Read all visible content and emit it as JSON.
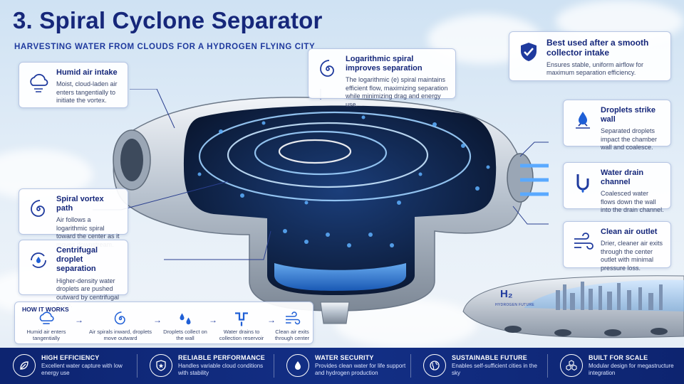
{
  "title": "3. Spiral Cyclone Separator",
  "subtitle": "HARVESTING WATER FROM CLOUDS FOR A HYDROGEN FLYING CITY",
  "callouts": {
    "humid": {
      "title": "Humid air intake",
      "text": "Moist, cloud-laden air enters tangentially to initiate the vortex."
    },
    "log": {
      "title": "Logarithmic spiral improves separation",
      "text": "The logarithmic (e) spiral maintains efficient flow, maximizing separation while minimizing drag and energy use."
    },
    "best": {
      "title": "Best used after a smooth collector intake",
      "text": "Ensures stable, uniform airflow for maximum separation efficiency."
    },
    "strike": {
      "title": "Droplets strike wall",
      "text": "Separated droplets impact the chamber wall and coalesce."
    },
    "drain": {
      "title": "Water drain channel",
      "text": "Coalesced water flows down the wall into the drain channel."
    },
    "clean": {
      "title": "Clean air outlet",
      "text": "Drier, cleaner air exits through the center outlet with minimal pressure loss."
    },
    "vortex": {
      "title": "Spiral vortex path",
      "text": "Air follows a logarithmic spiral toward the center as it moves downstream."
    },
    "centrifugal": {
      "title": "Centrifugal droplet separation",
      "text": "Higher-density water droplets are pushed outward by centrifugal force."
    }
  },
  "how": {
    "label": "HOW IT WORKS",
    "steps": [
      "Humid air enters tangentially",
      "Air spirals inward, droplets move outward",
      "Droplets collect on the wall",
      "Water drains to collection reservoir",
      "Clean air exits through center"
    ]
  },
  "ship": {
    "h2": "H₂",
    "label": "HYDROGEN FUTURE"
  },
  "footer": [
    {
      "title": "HIGH EFFICIENCY",
      "text": "Excellent water capture with low energy use",
      "icon": "leaf-icon"
    },
    {
      "title": "RELIABLE PERFORMANCE",
      "text": "Handles variable cloud conditions with stability",
      "icon": "star-shield-icon"
    },
    {
      "title": "WATER SECURITY",
      "text": "Provides clean water for life support and hydrogen production",
      "icon": "water-drop-icon"
    },
    {
      "title": "SUSTAINABLE FUTURE",
      "text": "Enables self-sufficient cities in the sky",
      "icon": "globe-icon"
    },
    {
      "title": "BUILT FOR SCALE",
      "text": "Modular design for megastructure integration",
      "icon": "hexagon-icon"
    }
  ],
  "colors": {
    "navy": "#16277a",
    "accent": "#1f5fd6",
    "footer": "#0d2470",
    "water": "#2f7fe0"
  }
}
